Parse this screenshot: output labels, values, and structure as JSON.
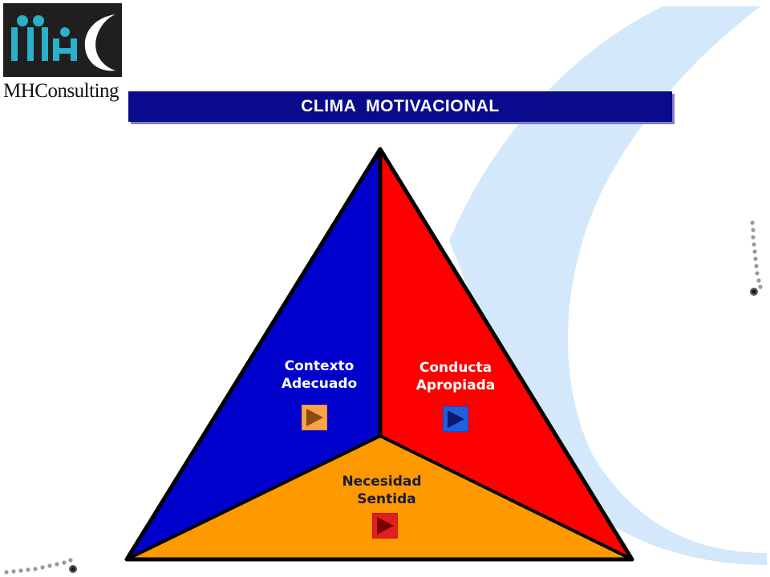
{
  "logo": {
    "name": "MHConsulting",
    "mark_letters": "MHC"
  },
  "title": "CLIMA  MOTIVACIONAL",
  "diagram": {
    "segments": [
      {
        "key": "contexto",
        "line1": "Contexto",
        "line2": "Adecuado",
        "color": "#0000cc"
      },
      {
        "key": "conducta",
        "line1": "Conducta",
        "line2": "Apropiada",
        "color": "#ff0000"
      },
      {
        "key": "necesidad",
        "line1": "Necesidad",
        "line2": "Sentida",
        "color": "#ff9900"
      }
    ],
    "buttons": [
      {
        "key": "contexto",
        "icon": "play-icon",
        "bg": "#f7a34a",
        "arrow": "#8b4a10"
      },
      {
        "key": "conducta",
        "icon": "play-icon",
        "bg": "#1f5fe0",
        "arrow": "#0a1a70"
      },
      {
        "key": "necesidad",
        "icon": "play-icon",
        "bg": "#e02020",
        "arrow": "#7a0000"
      }
    ]
  },
  "colors": {
    "title_bg": "#0a0a8c",
    "swoosh": "#d3e8fa",
    "outline": "#000000"
  }
}
